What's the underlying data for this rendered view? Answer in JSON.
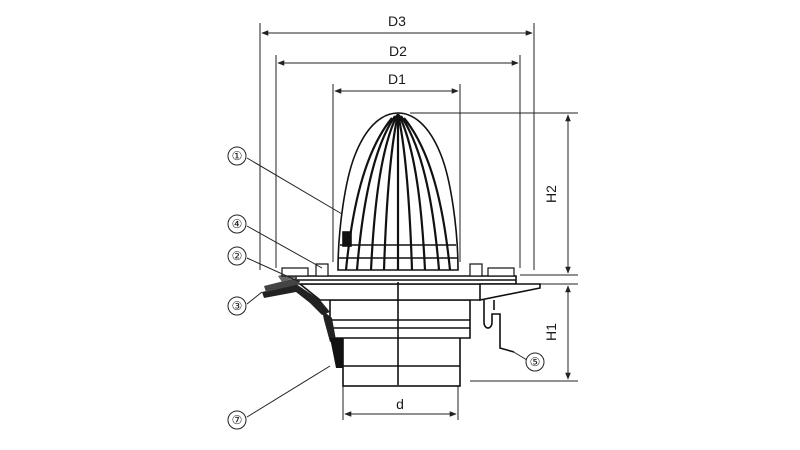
{
  "dimensions": {
    "d3": "D3",
    "d2": "D2",
    "d1": "D1",
    "h2": "H2",
    "h1": "H1",
    "d": "d"
  },
  "callouts": [
    "①",
    "④",
    "②",
    "③",
    "⑤",
    "⑦"
  ]
}
